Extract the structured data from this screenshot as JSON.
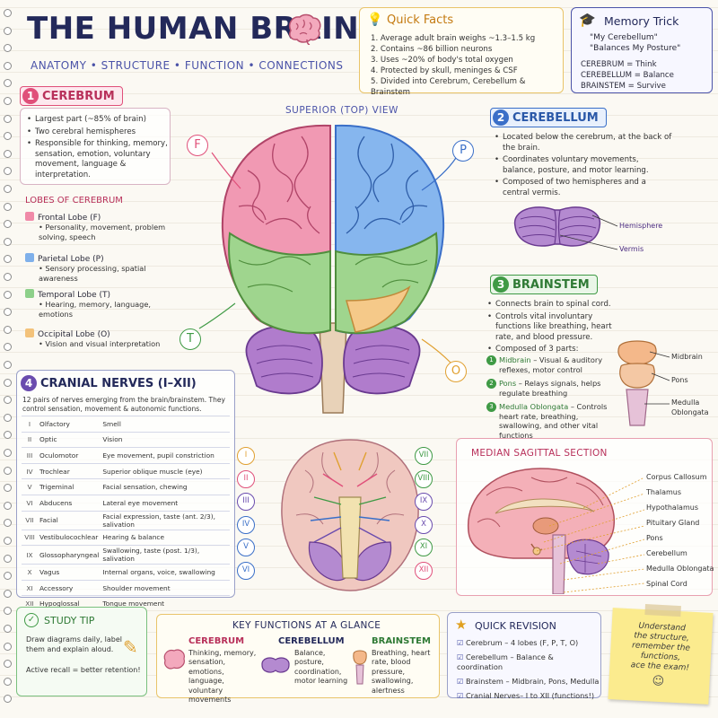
{
  "header": {
    "title": "THE HUMAN BRAIN",
    "subtitle": "ANATOMY • STRUCTURE • FUNCTION • CONNECTIONS"
  },
  "quick_facts": {
    "title": "Quick Facts",
    "items": [
      "1.  Average adult brain weighs ~1.3–1.5 kg",
      "2.  Contains ~86 billion neurons",
      "3.  Uses ~20% of body's total oxygen",
      "4.  Protected by skull, meninges & CSF",
      "5.  Divided into Cerebrum, Cerebellum & Brainstem"
    ]
  },
  "memory_trick": {
    "title": "Memory Trick",
    "quote_1": "\"My Cerebellum\"",
    "quote_2": "\"Balances My Posture\"",
    "rows": [
      "CEREBRUM  =  Think",
      "CEREBELLUM = Balance",
      "BRAINSTEM  =  Survive"
    ]
  },
  "cerebrum": {
    "num": "1",
    "title": "CEREBRUM",
    "points": [
      "Largest part (~85% of brain)",
      "Two cerebral hemispheres",
      "Responsible for thinking, memory, sensation, emotion, voluntary movement, language & interpretation."
    ]
  },
  "lobes": {
    "title": "LOBES OF CEREBRUM",
    "items": [
      {
        "name": "Frontal Lobe (F)",
        "desc": "Personality, movement, problem solving, speech",
        "color": "#f08aa8"
      },
      {
        "name": "Parietal Lobe (P)",
        "desc": "Sensory processing, spatial awareness",
        "color": "#7fb0ea"
      },
      {
        "name": "Temporal Lobe (T)",
        "desc": "Hearing, memory, language, emotions",
        "color": "#8dd08a"
      },
      {
        "name": "Occipital Lobe (O)",
        "desc": "Vision and visual interpretation",
        "color": "#f3c27a"
      }
    ]
  },
  "main_view": {
    "title": "SUPERIOR (TOP) VIEW",
    "labels": {
      "f": "F",
      "p": "P",
      "t": "T",
      "o": "O"
    }
  },
  "cerebellum": {
    "num": "2",
    "title": "CEREBELLUM",
    "points": [
      "Located below the cerebrum, at the back of the brain.",
      "Coordinates voluntary movements, balance, posture, and motor learning.",
      "Composed of two hemispheres and a central vermis."
    ],
    "label_hemisphere": "Hemisphere",
    "label_vermis": "Vermis"
  },
  "brainstem": {
    "num": "3",
    "title": "BRAINSTEM",
    "points": [
      "Connects brain to spinal cord.",
      "Controls vital involuntary functions like breathing, heart rate, and blood pressure.",
      "Composed of 3 parts:"
    ],
    "parts": [
      {
        "name": "Midbrain",
        "desc": " – Visual & auditory reflexes, motor control"
      },
      {
        "name": "Pons",
        "desc": " – Relays signals, helps regulate breathing"
      },
      {
        "name": "Medulla Oblongata",
        "desc": " – Controls heart rate, breathing, swallowing, and other vital functions"
      }
    ],
    "fig_labels": {
      "midbrain": "Midbrain",
      "pons": "Pons",
      "medulla_1": "Medulla",
      "medulla_2": "Oblongata"
    }
  },
  "cranial": {
    "num": "4",
    "title": "CRANIAL NERVES (I–XII)",
    "intro": "12 pairs of nerves emerging from the brain/brainstem. They control sensation, movement & autonomic functions.",
    "rows": [
      [
        "I",
        "Olfactory",
        "Smell"
      ],
      [
        "II",
        "Optic",
        "Vision"
      ],
      [
        "III",
        "Oculomotor",
        "Eye movement, pupil constriction"
      ],
      [
        "IV",
        "Trochlear",
        "Superior oblique muscle (eye)"
      ],
      [
        "V",
        "Trigeminal",
        "Facial sensation, chewing"
      ],
      [
        "VI",
        "Abducens",
        "Lateral eye movement"
      ],
      [
        "VII",
        "Facial",
        "Facial expression, taste (ant. 2/3), salivation"
      ],
      [
        "VIII",
        "Vestibulocochlear",
        "Hearing & balance"
      ],
      [
        "IX",
        "Glossopharyngeal",
        "Swallowing, taste (post. 1/3), salivation"
      ],
      [
        "X",
        "Vagus",
        "Internal organs, voice, swallowing"
      ],
      [
        "XI",
        "Accessory",
        "Shoulder movement"
      ],
      [
        "XII",
        "Hypoglossal",
        "Tongue movement"
      ]
    ],
    "fig_left": [
      "I",
      "II",
      "III",
      "IV",
      "V",
      "VI"
    ],
    "fig_right": [
      "VII",
      "VIII",
      "IX",
      "X",
      "XI",
      "XII"
    ]
  },
  "sagittal": {
    "title": "MEDIAN SAGITTAL SECTION",
    "labels": [
      "Corpus Callosum",
      "Thalamus",
      "Hypothalamus",
      "Pituitary Gland",
      "Pons",
      "Cerebellum",
      "Medulla Oblongata",
      "Spinal Cord"
    ]
  },
  "study_tip": {
    "title": "STUDY TIP",
    "text_1": "Draw diagrams daily, label them and explain aloud.",
    "text_2": "Active recall = better retention!"
  },
  "key_functions": {
    "title": "KEY FUNCTIONS AT A GLANCE",
    "cols": [
      {
        "title": "CEREBRUM",
        "text": "Thinking, memory, sensation, emotions, language, voluntary movements"
      },
      {
        "title": "CEREBELLUM",
        "text": "Balance, posture, coordination, motor learning"
      },
      {
        "title": "BRAINSTEM",
        "text": "Breathing, heart rate, blood pressure, swallowing, alertness"
      }
    ]
  },
  "quick_revision": {
    "title": "QUICK REVISION",
    "items": [
      "Cerebrum – 4 lobes (F, P, T, O)",
      "Cerebellum – Balance & coordination",
      "Brainstem – Midbrain, Pons, Medulla",
      "Cranial Nerves– I to XII (functions!)"
    ]
  },
  "sticky": {
    "lines": [
      "Understand",
      "the structure,",
      "remember the",
      "functions,",
      "ace the exam!"
    ],
    "face": "☺"
  },
  "colors": {
    "pink": "#e0507a",
    "blue": "#3a6fc8",
    "green": "#3f9a45",
    "purple": "#6a4cae",
    "navy": "#23295a"
  }
}
